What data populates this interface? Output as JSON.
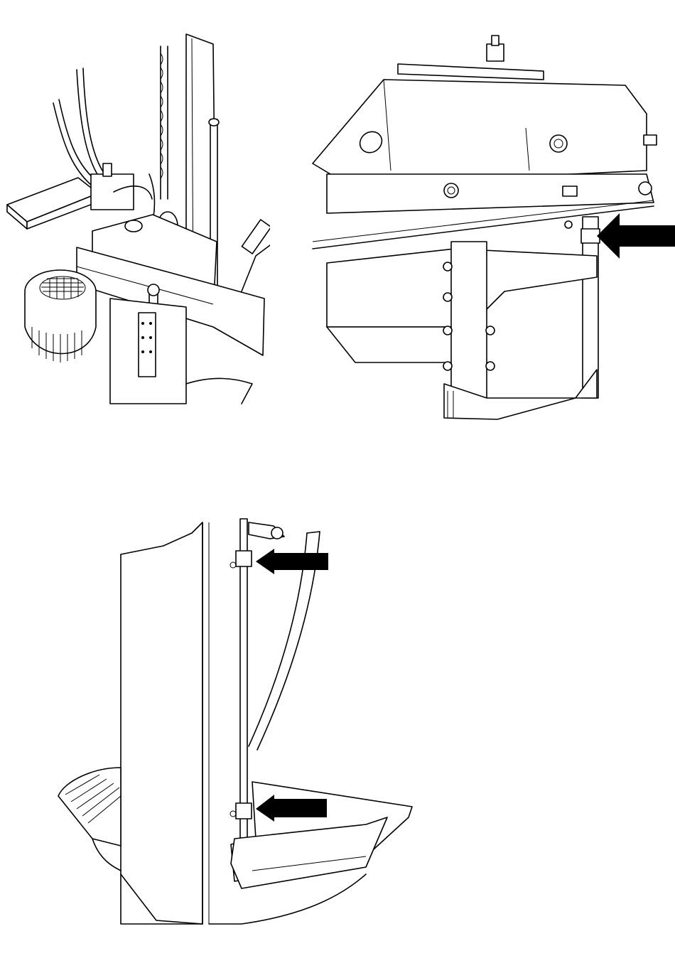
{
  "figure": {
    "panels": [
      {
        "id": "top-left",
        "content": "log-splitter-control-assembly"
      },
      {
        "id": "top-right",
        "content": "splitter-beam-detail",
        "arrow_count": 1
      },
      {
        "id": "bottom",
        "content": "column-rod-detail",
        "arrow_count": 2
      }
    ],
    "colors": {
      "line": "#000000",
      "background": "#ffffff",
      "arrow": "#000000"
    },
    "icons": [
      "pointer-arrow-icon"
    ]
  }
}
